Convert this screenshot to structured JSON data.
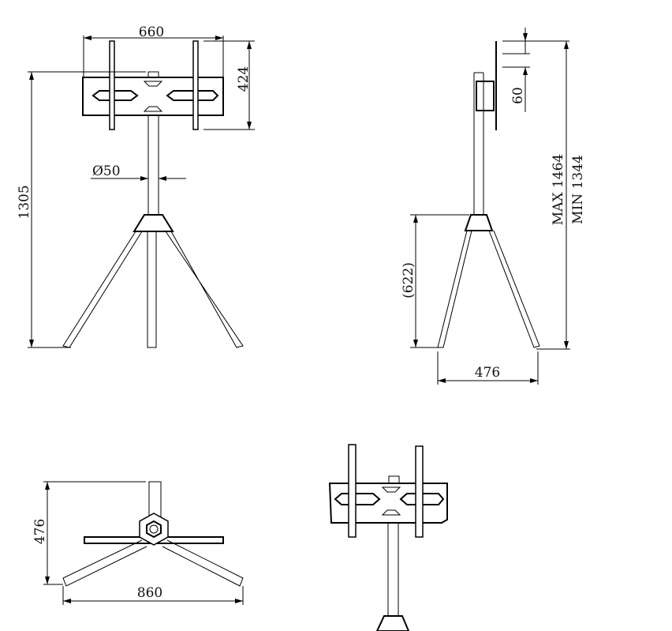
{
  "drawing": {
    "front_view": {
      "width": "660",
      "height_bracket": "424",
      "height_total": "1305",
      "pole_diameter": "Ø50"
    },
    "side_view": {
      "step": "60",
      "max_height": "MAX 1464",
      "min_height": "MIN 1344",
      "leg_height": "(622)",
      "depth": "476"
    },
    "top_view": {
      "depth": "476",
      "width": "860"
    },
    "colors": {
      "line": "#000000",
      "background": "#ffffff"
    }
  }
}
